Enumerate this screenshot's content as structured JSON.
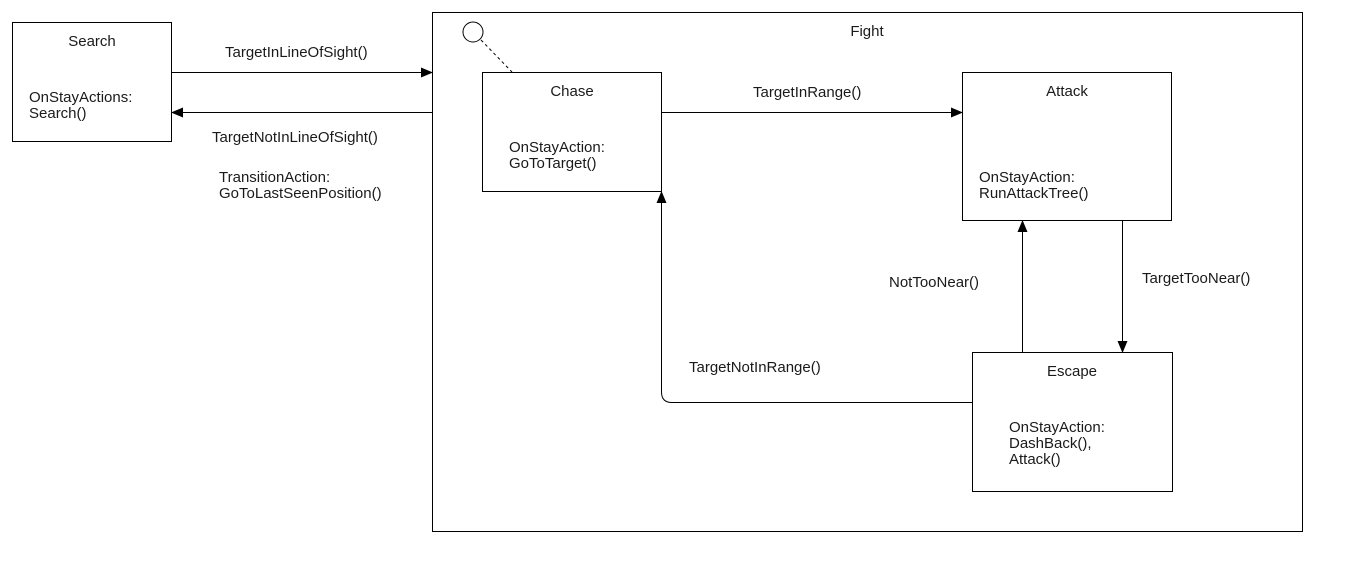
{
  "diagram": {
    "composite": {
      "title": "Fight"
    },
    "states": {
      "search": {
        "name": "Search",
        "action_label": "OnStayActions:",
        "action_values": "Search()"
      },
      "chase": {
        "name": "Chase",
        "action_label": "OnStayAction:",
        "action_values": "GoToTarget()"
      },
      "attack": {
        "name": "Attack",
        "action_label": "OnStayAction:",
        "action_values": "RunAttackTree()"
      },
      "escape": {
        "name": "Escape",
        "action_label": "OnStayAction:",
        "action_values": "DashBack(),\nAttack()"
      }
    },
    "transitions": {
      "search_to_fight": "TargetInLineOfSight()",
      "fight_to_search": "TargetNotInLineOfSight()",
      "fight_to_search_action_label": "TransitionAction:",
      "fight_to_search_action_value": "GoToLastSeenPosition()",
      "chase_to_attack": "TargetInRange()",
      "attack_to_escape": "TargetTooNear()",
      "escape_to_attack": "NotTooNear()",
      "escape_to_chase": "TargetNotInRange()"
    },
    "colors": {
      "stroke": "#000000",
      "text": "#1a1a1a",
      "background": "#ffffff"
    }
  }
}
